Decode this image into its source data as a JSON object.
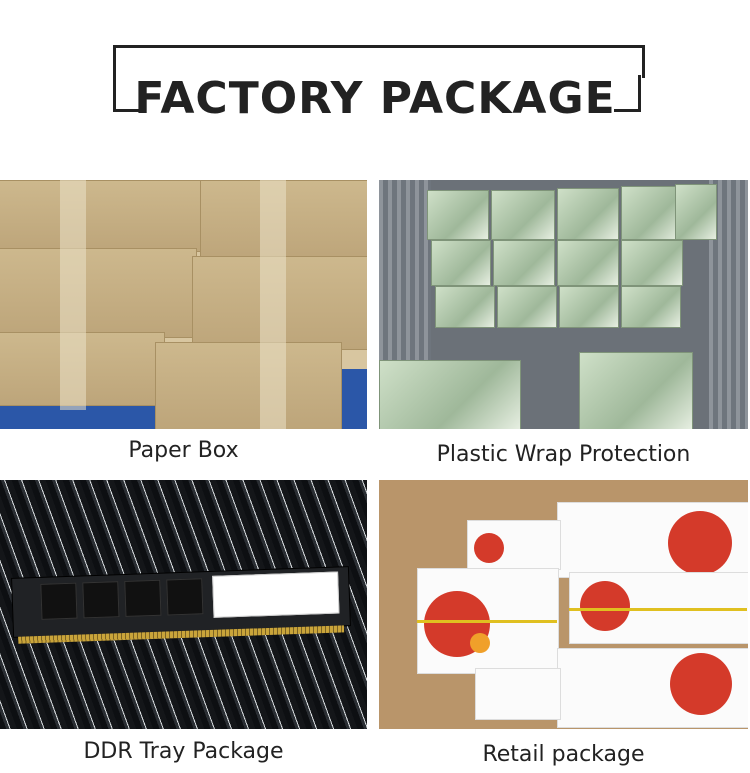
{
  "header": {
    "title": "FACTORY PACKAGE"
  },
  "panels": [
    {
      "id": "paper",
      "caption": "Paper Box"
    },
    {
      "id": "plastic",
      "caption": "Plastic Wrap Protection"
    },
    {
      "id": "tray",
      "caption": "DDR Tray Package"
    },
    {
      "id": "retail",
      "caption": "Retail package"
    }
  ],
  "colors": {
    "accent_red": "#d43a2a",
    "text": "#222222",
    "floor_blue": "#2b57a8"
  }
}
